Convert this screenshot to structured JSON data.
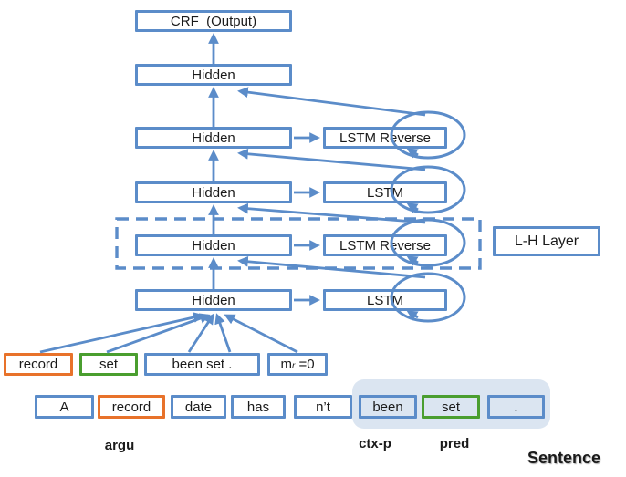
{
  "colors": {
    "line_blue": "#5B8CC9",
    "argument_orange": "#E8722A",
    "predicate_green": "#4A9E2F",
    "context_highlight": "#DBE5F1",
    "text": "#1A1A1A"
  },
  "diagram": {
    "crf_label": "CRF  (Output)",
    "top_hidden_label": "Hidden",
    "rows": [
      {
        "hidden": "Hidden",
        "cell": "LSTM Reverse"
      },
      {
        "hidden": "Hidden",
        "cell": "LSTM"
      },
      {
        "hidden": "Hidden",
        "cell": "LSTM Reverse"
      },
      {
        "hidden": "Hidden",
        "cell": "LSTM"
      }
    ],
    "lh_layer_label": "L-H Layer"
  },
  "features": {
    "argument_word": "record",
    "predicate_word": "set",
    "context_words": "been set .",
    "region_mark": {
      "base": "m",
      "sub": "r",
      "rest": " =0"
    }
  },
  "sentence": {
    "words": [
      "A",
      "record",
      "date",
      "has",
      "n’t",
      "been",
      "set",
      "."
    ],
    "argu_label": "argu",
    "ctxp_label": "ctx-p",
    "pred_label": "pred",
    "sentence_label": "Sentence"
  }
}
